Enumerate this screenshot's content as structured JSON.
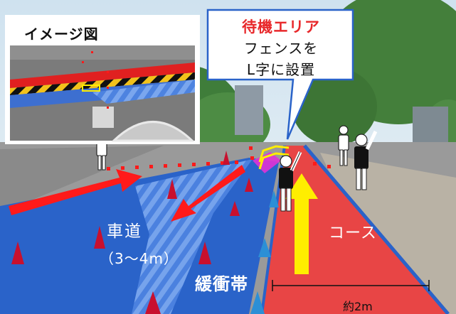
{
  "inset": {
    "title": "イメージ図"
  },
  "callout": {
    "title": "待機エリア",
    "line1": "フェンスを",
    "line2": "L字に設置"
  },
  "lanes": {
    "road_label": "車道",
    "road_width": "（3〜4m）",
    "buffer_label": "緩衝帯",
    "course_label": "コース",
    "course_width": "約2m"
  },
  "colors": {
    "road_lane": "#2a63c9",
    "course_lane": "#e84545",
    "callout_title": "#e8282b",
    "direction_arrow_red": "#ff1a1a",
    "direction_arrow_yellow": "#ffee00",
    "cone_red": "#c8102e",
    "cone_blue": "#2c8fd6"
  },
  "icons": [
    "person-icon",
    "flag-waving-person-icon",
    "traffic-cone-icon",
    "direction-arrow-icon",
    "fence-icon"
  ]
}
